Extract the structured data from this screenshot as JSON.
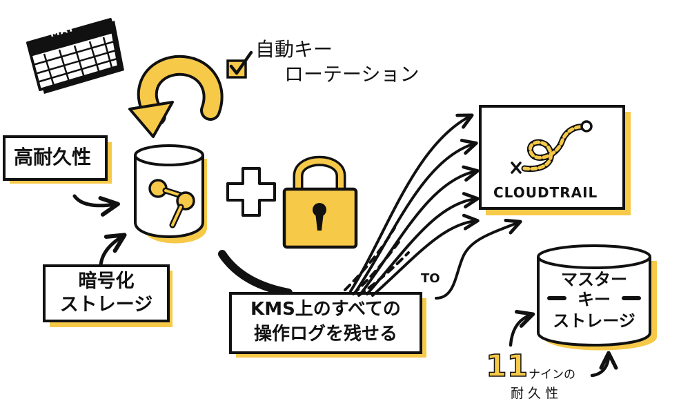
{
  "calendar": {
    "month": "MAY"
  },
  "rotation": {
    "line1": "自動キー",
    "line2": "ローテーション"
  },
  "durability_box": {
    "label": "高耐久性"
  },
  "encrypted_storage_box": {
    "line1": "暗号化",
    "line2": "ストレージ"
  },
  "kms_log_box": {
    "line1": "KMS上のすべての",
    "line2": "操作ログを残せる"
  },
  "to_label": "TO",
  "cloudtrail": {
    "label": "CLOUDTRAIL"
  },
  "master_key": {
    "line1": "マスター",
    "line2": "キー",
    "line3": "ストレージ"
  },
  "nines": {
    "number": "11",
    "line1": "ナインの",
    "line2": "耐 久 性"
  },
  "colors": {
    "accent": "#F6C949",
    "ink": "#111111"
  },
  "icons": [
    "calendar-icon",
    "rotate-arrow-icon",
    "checkbox-icon",
    "keys-icon",
    "plus-icon",
    "padlock-icon",
    "treasure-map-icon"
  ]
}
